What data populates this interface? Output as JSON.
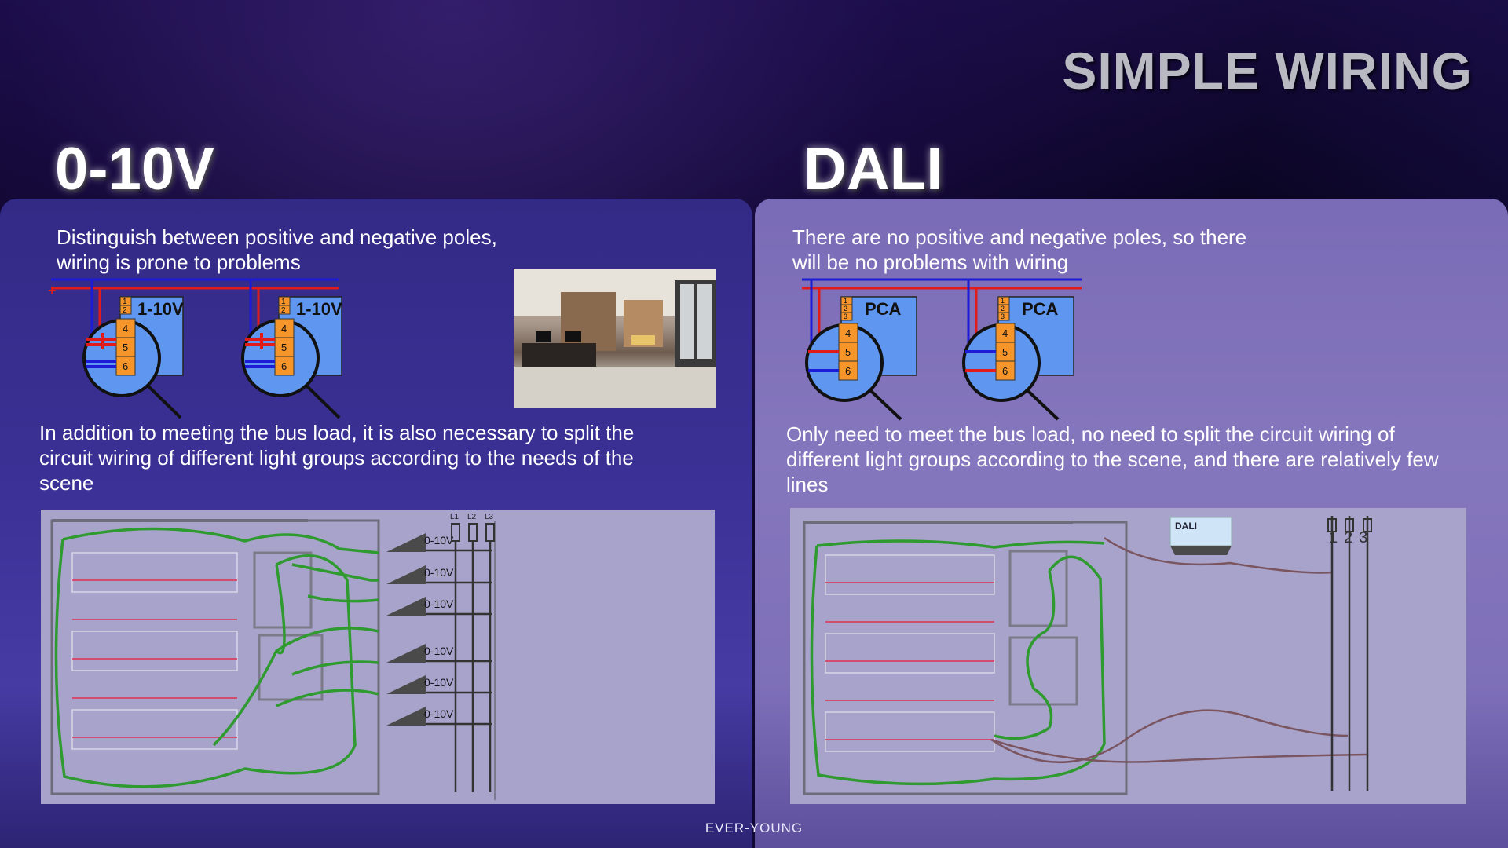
{
  "title": "SIMPLE WIRING",
  "left": {
    "heading": "0-10V",
    "desc1_line1": "Distinguish between positive and negative poles,",
    "desc1_line2": "wiring is prone to problems",
    "desc2_line1": "In addition to meeting the bus load, it is also necessary to split the",
    "desc2_line2": "circuit wiring of different light groups according to the needs of the",
    "desc2_line3": "scene",
    "module_label": "1-10V",
    "plus_sign": "+",
    "terminals": [
      "1",
      "2",
      "4",
      "5",
      "6"
    ],
    "plan_labels": [
      "0-10V",
      "0-10V",
      "0-10V",
      "0-10V",
      "0-10V",
      "0-10V"
    ],
    "line_labels": [
      "L1",
      "L2",
      "L3"
    ]
  },
  "right": {
    "heading": "DALI",
    "desc1_line1": "There are no positive and negative poles, so there",
    "desc1_line2": "will be no problems with wiring",
    "desc2_line1": "Only need to meet the bus load, no need to split the circuit wiring of",
    "desc2_line2": "different light groups according to the scene, and there are relatively few",
    "desc2_line3": "lines",
    "module_label": "PCA",
    "terminals": [
      "1",
      "2",
      "3",
      "4",
      "5",
      "6"
    ],
    "controller_label": "DALI",
    "line_numbers": "123"
  },
  "footer": "EVER-YOUNG",
  "colors": {
    "positive": "#e11a1a",
    "negative": "#1b1bd8",
    "terminal": "#f5952a",
    "module": "#5f97f0",
    "route": "#3a9a3a"
  }
}
